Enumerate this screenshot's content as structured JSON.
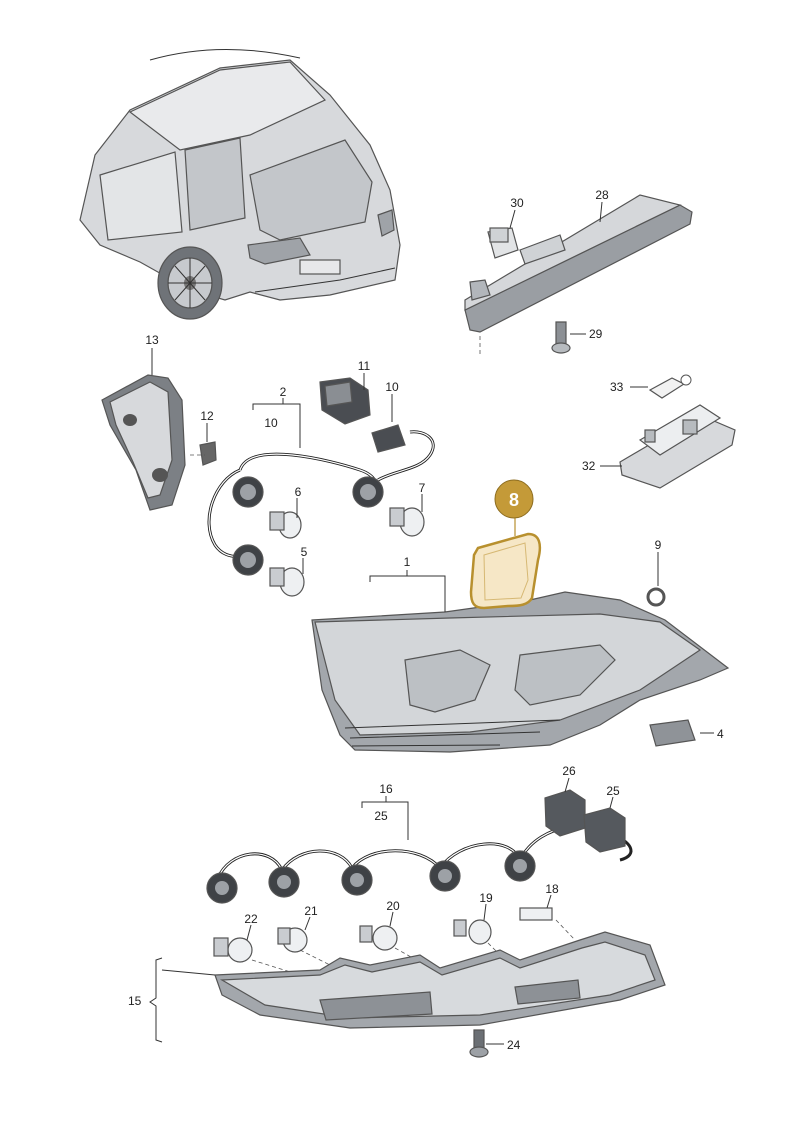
{
  "callouts": {
    "p1": "1",
    "p2": "2",
    "p2_sub": "10",
    "p4": "4",
    "p5": "5",
    "p6": "6",
    "p7": "7",
    "p8": "8",
    "p9": "9",
    "p10": "10",
    "p11": "11",
    "p12": "12",
    "p13": "13",
    "p15": "15",
    "p16": "16",
    "p16_sub": "25",
    "p18": "18",
    "p19": "19",
    "p20": "20",
    "p21": "21",
    "p22": "22",
    "p24": "24",
    "p25": "25",
    "p26": "26",
    "p28": "28",
    "p29": "29",
    "p30": "30",
    "p32": "32",
    "p33": "33"
  },
  "highlight": {
    "part": "8",
    "color": "#b8902e",
    "fill": "#f6e7c6"
  }
}
